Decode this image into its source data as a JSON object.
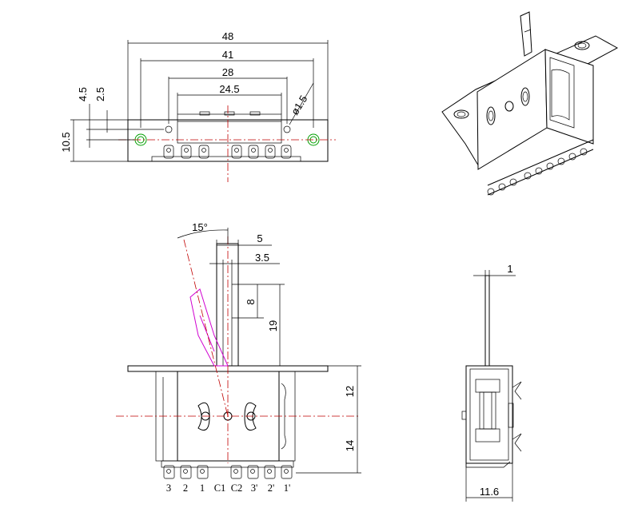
{
  "top_view": {
    "dims": {
      "d48": "48",
      "d41": "41",
      "d28": "28",
      "d24_5": "24.5",
      "d4_5": "4.5",
      "d2_5": "2.5",
      "d10_5": "10.5",
      "dhole": "ø1.5"
    }
  },
  "front_view": {
    "dims": {
      "angle": "15°",
      "d5": "5",
      "d3_5": "3.5",
      "d8": "8",
      "d19": "19",
      "d12": "12",
      "d14": "14"
    },
    "pins": [
      "3",
      "2",
      "1",
      "C1",
      "C2",
      "3'",
      "2'",
      "1'"
    ]
  },
  "side_view": {
    "dims": {
      "d1": "1",
      "d11_6": "11.6"
    }
  },
  "colors": {
    "outline": "#000000",
    "centerline": "#c00000",
    "alt_lever": "#d000d0",
    "mount_hole": "#00a000"
  }
}
